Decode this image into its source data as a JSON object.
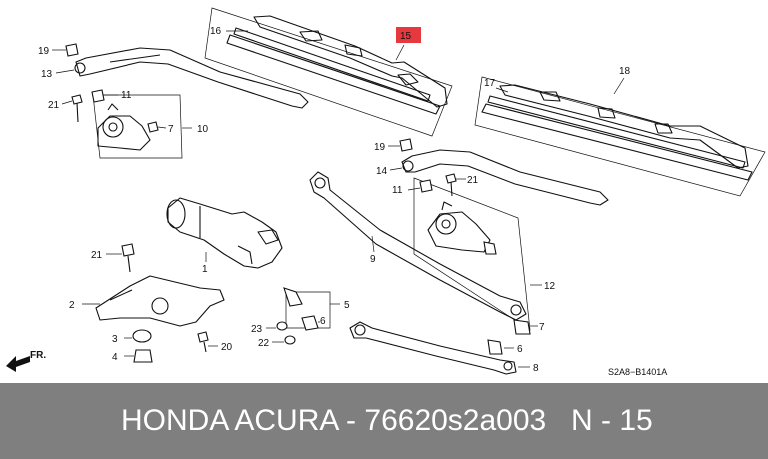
{
  "diagram": {
    "callouts": {
      "c1": "1",
      "c2": "2",
      "c3": "3",
      "c4": "4",
      "c5": "5",
      "c6a": "6",
      "c6b": "6",
      "c7a": "7",
      "c7b": "7",
      "c8": "8",
      "c9": "9",
      "c10": "10",
      "c11a": "11",
      "c11b": "11",
      "c12": "12",
      "c13": "13",
      "c14": "14",
      "c15": "15",
      "c16": "16",
      "c17": "17",
      "c18": "18",
      "c19a": "19",
      "c19b": "19",
      "c20": "20",
      "c21a": "21",
      "c21b": "21",
      "c21c": "21",
      "c22": "22",
      "c23": "23"
    },
    "highlight_color": "#e6393f",
    "front_label": "FR.",
    "diagram_code": "S2A8−B1401A"
  },
  "footer": {
    "part_text": "HONDA ACURA - 76620s2a003",
    "ref_text": "N - 15",
    "background": "#7f7f7f"
  }
}
